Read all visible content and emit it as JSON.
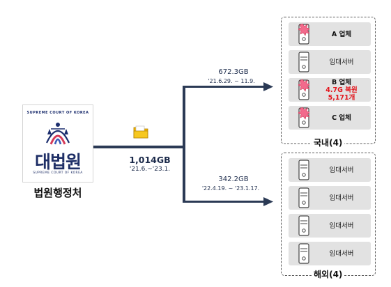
{
  "source": {
    "emblem_title": "대법원",
    "emblem_ring_text": "SUPREME COURT OF KOREA",
    "emblem_subtitle": "SUPREME COURT OF KOREA",
    "org_label": "법원행정처"
  },
  "transfer": {
    "total_size": "1,014GB",
    "total_period": "'21.6.~'23.1.",
    "domestic_size": "672.3GB",
    "domestic_period": "'21.6.29. ~ 11.9.",
    "overseas_size": "342.2GB",
    "overseas_period": "'22.4.19. ~ '23.1.17."
  },
  "domestic": {
    "label": "국내(4)",
    "items": [
      {
        "name": "A 업체",
        "hacked": true
      },
      {
        "name": "임대서버",
        "hacked": false
      },
      {
        "name": "B 업체",
        "hacked": true,
        "detail_1": "4.7G 복원",
        "detail_2": "5,171개"
      },
      {
        "name": "C 업체",
        "hacked": true
      }
    ]
  },
  "overseas": {
    "label": "해외(4)",
    "items": [
      {
        "name": "임대서버"
      },
      {
        "name": "임대서버"
      },
      {
        "name": "임대서버"
      },
      {
        "name": "임대서버"
      }
    ]
  },
  "colors": {
    "wire": "#2b3a55",
    "alert_red": "#e3141b",
    "server_bg": "#e2e2e2"
  }
}
